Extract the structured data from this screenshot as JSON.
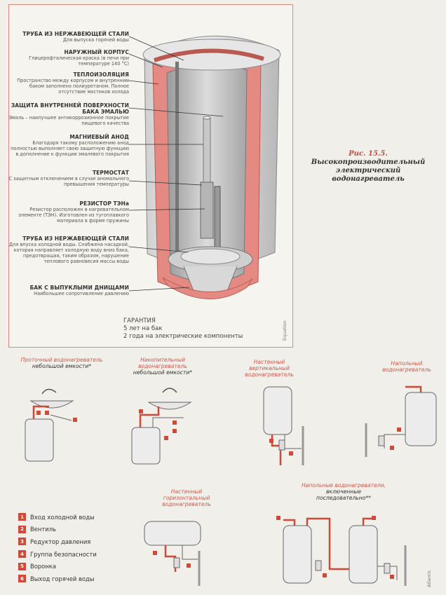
{
  "figure": {
    "number": "Рис. 15.5.",
    "title": "Высокопроизводительный электрический водонагреватель"
  },
  "callouts": [
    {
      "title": "ТРУБА ИЗ НЕРЖАВЕЮЩЕЙ СТАЛИ",
      "desc": "Для выпуска горячей воды"
    },
    {
      "title": "НАРУЖНЫЙ КОРПУС",
      "desc": "Глицерофталическая краска (в печи при температуре 140 °С)"
    },
    {
      "title": "ТЕПЛОИЗОЛЯЦИЯ",
      "desc": "Пространство между корпусом и внутренним баком заполнено полиуретаном. Полное отсутствие мостиков холода"
    },
    {
      "title": "ЗАЩИТА ВНУТРЕННЕЙ ПОВЕРХНОСТИ БАКА ЭМАЛЬЮ",
      "desc": "Эмаль – наилучшее антикоррозионное покрытие пищевого качества"
    },
    {
      "title": "МАГНИЕВЫЙ АНОД",
      "desc": "Благодаря такому расположению анод полностью выполняет свою защитную функцию в дополнение к функции эмалевого покрытия"
    },
    {
      "title": "ТЕРМОСТАТ",
      "desc": "С защитным отключением в случае аномального превышения температуры"
    },
    {
      "title": "РЕЗИСТОР ТЭНа",
      "desc": "Резистор расположен в нагревательном элементе (ТЭН). Изготовлен из тугоплавкого материала в форме пружины"
    },
    {
      "title": "ТРУБА ИЗ НЕРЖАВЕЮЩЕЙ СТАЛИ",
      "desc": "Для впуска холодной воды. Снабжена насадкой, которая направляет холодную воду вниз бака, предотвращая, таким образом, нарушение теплового равновесия массы воды"
    },
    {
      "title": "БАК С ВЫПУКЛЫМИ ДНИЩАМИ",
      "desc": "Наибольшее сопротивление давлению"
    }
  ],
  "warranty": {
    "title": "ГАРАНТИЯ",
    "line1": "5 лет на бак",
    "line2": "2 года на электрические компоненты"
  },
  "brand_top": "Equation",
  "brand_bottom": "Atlantic",
  "schemes": [
    {
      "red": "Проточный водонагреватель",
      "black": "небольшой емкости*"
    },
    {
      "red": "Накопительный водонагреватель",
      "black": "небольшой емкости*"
    },
    {
      "red": "Настенный вертикальный водонагреватель",
      "black": ""
    },
    {
      "red": "Напольный водонагреватель",
      "black": ""
    },
    {
      "red": "Настенный горизонтальный водонагреватель",
      "black": ""
    },
    {
      "red": "Напольные водонагреватели,",
      "black": "включенные последовательно**"
    }
  ],
  "legend": [
    {
      "num": "1",
      "label": "Вход холодной воды"
    },
    {
      "num": "2",
      "label": "Вентиль"
    },
    {
      "num": "3",
      "label": "Редуктор давления"
    },
    {
      "num": "4",
      "label": "Группа безопасности"
    },
    {
      "num": "5",
      "label": "Воронка"
    },
    {
      "num": "6",
      "label": "Выход горячей воды"
    }
  ],
  "colors": {
    "accent": "#d04a3a",
    "insulation": "#e58a82",
    "frame": "#d98a80"
  }
}
